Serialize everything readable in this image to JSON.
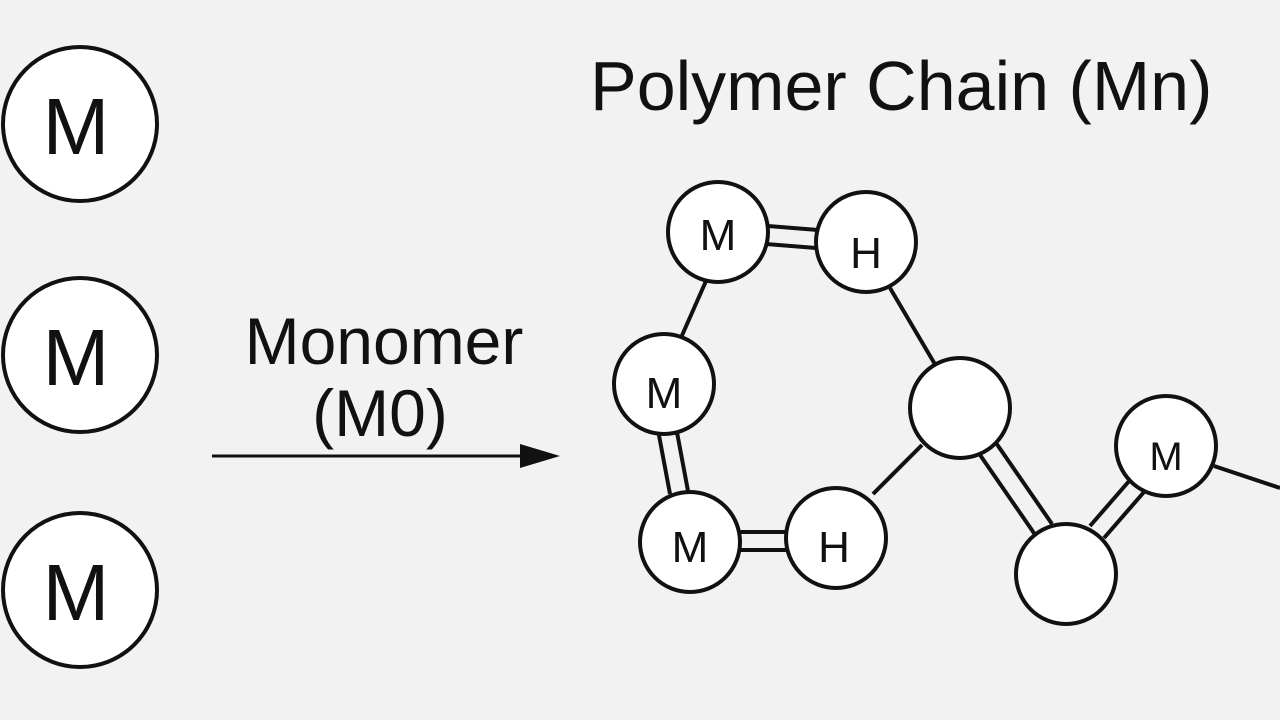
{
  "title": "Polymer Chain (Mn)",
  "monomer_label": {
    "line1": "Monomer",
    "line2": "(M0)"
  },
  "monomers": [
    {
      "symbol": "M"
    },
    {
      "symbol": "M"
    },
    {
      "symbol": "M"
    }
  ],
  "chain_atoms": {
    "top_m": "M",
    "top_h": "H",
    "mid_m": "M",
    "bottom_m": "M",
    "bottom_h": "H",
    "blank_1": "",
    "blank_2": "",
    "end_m": "M"
  },
  "colors": {
    "background": "#f2f2f2",
    "stroke": "#111111",
    "fill": "#ffffff"
  }
}
